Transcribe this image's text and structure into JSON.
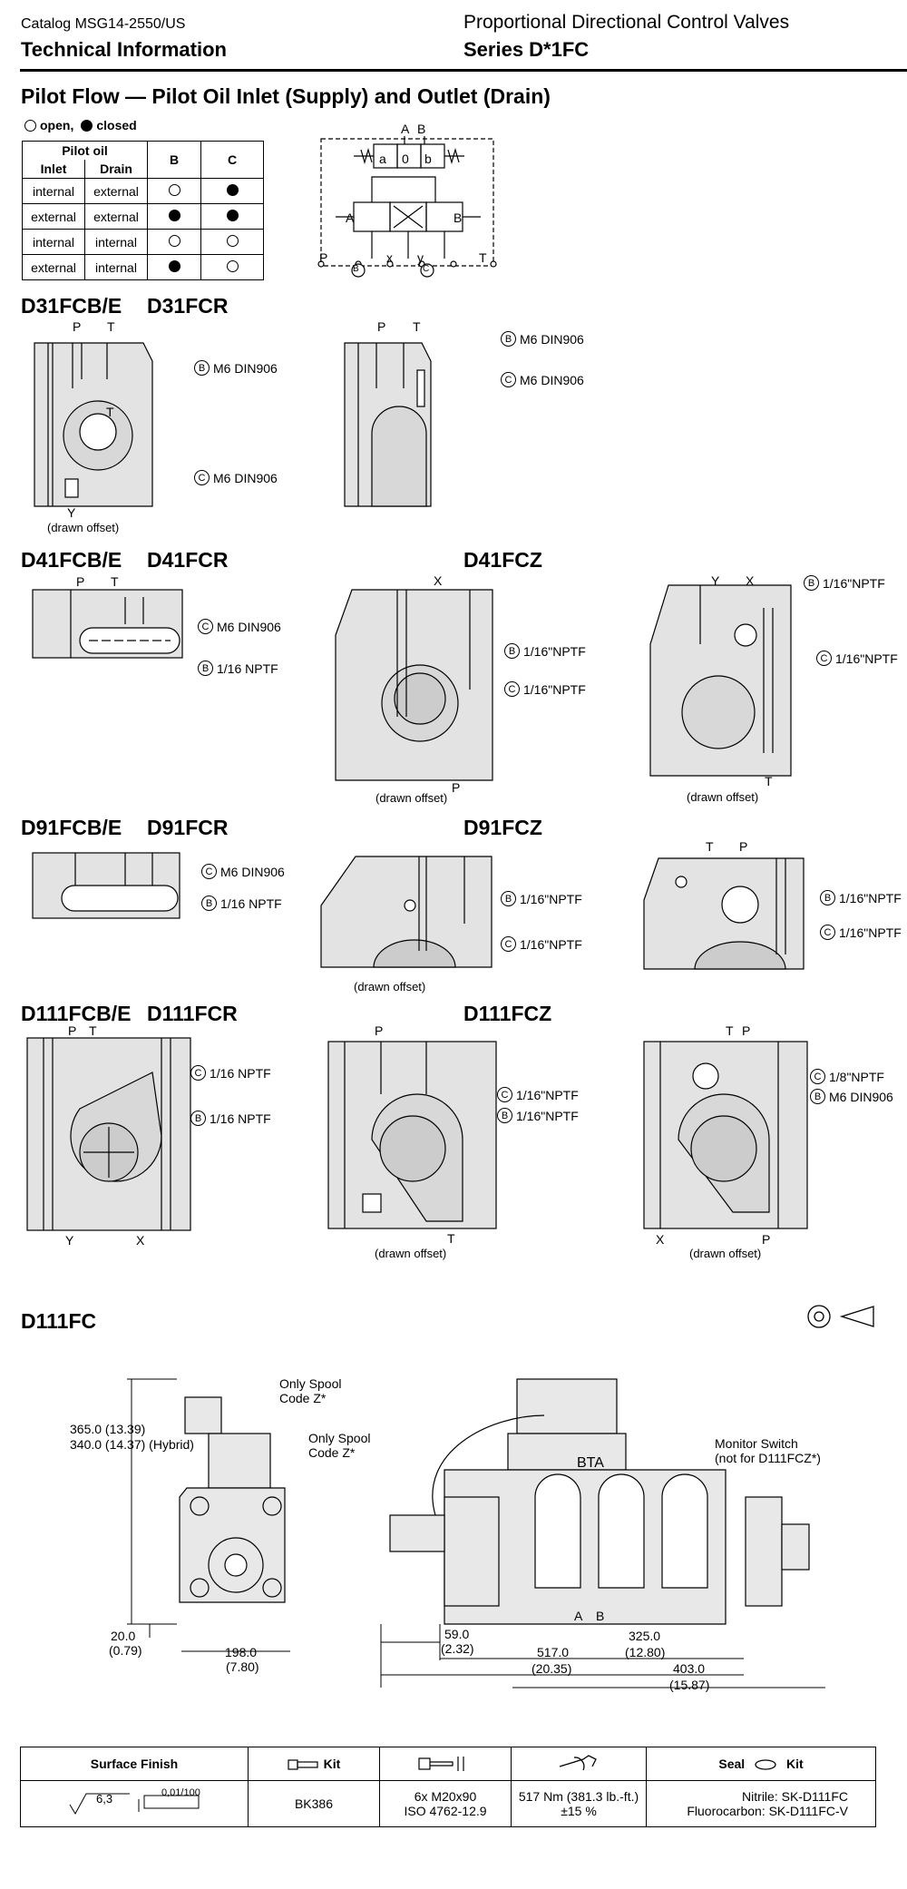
{
  "header": {
    "catalog": "Catalog MSG14-2550/US",
    "section": "Technical Information",
    "product": "Proportional Directional Control Valves",
    "series": "Series D*1FC"
  },
  "title": "Pilot Flow — Pilot Oil Inlet (Supply) and Outlet (Drain)",
  "legend": {
    "open": "open,",
    "closed": "closed"
  },
  "pilot_table": {
    "header_group": "Pilot oil",
    "columns": [
      "Inlet",
      "Drain",
      "B",
      "C"
    ],
    "rows": [
      {
        "inlet": "internal",
        "drain": "external",
        "b": "open",
        "c": "closed"
      },
      {
        "inlet": "external",
        "drain": "external",
        "b": "closed",
        "c": "closed"
      },
      {
        "inlet": "internal",
        "drain": "internal",
        "b": "open",
        "c": "open"
      },
      {
        "inlet": "external",
        "drain": "internal",
        "b": "closed",
        "c": "open"
      }
    ]
  },
  "schematic": {
    "ports": [
      "A",
      "B",
      "P",
      "x",
      "y",
      "T",
      "a",
      "0",
      "b"
    ],
    "callouts": [
      "B",
      "C"
    ]
  },
  "d31": {
    "title_a": "D31FCB/E",
    "title_b": "D31FCR",
    "ports_a": [
      "P",
      "T",
      "T",
      "Y"
    ],
    "ports_b": [
      "P",
      "T"
    ],
    "callout_b_a": "M6  DIN906",
    "callout_c_a": "M6  DIN906",
    "callout_b_b": "M6  DIN906",
    "callout_c_b": "M6  DIN906",
    "note": "(drawn offset)"
  },
  "d41": {
    "title_a": "D41FCB/E",
    "title_b": "D41FCR",
    "title_z": "D41FCZ",
    "ports_a": [
      "P",
      "T"
    ],
    "ports_z1": [
      "X",
      "P"
    ],
    "ports_z2": [
      "Y",
      "X",
      "T"
    ],
    "callout_c_a": "M6 DIN906",
    "callout_b_a": "1/16 NPTF",
    "callout_b_z1": "1/16\"NPTF",
    "callout_c_z1": "1/16\"NPTF",
    "callout_b_z2": "1/16\"NPTF",
    "callout_c_z2": "1/16\"NPTF",
    "note": "(drawn offset)"
  },
  "d91": {
    "title_a": "D91FCB/E",
    "title_b": "D91FCR",
    "title_z": "D91FCZ",
    "ports_z2": [
      "T",
      "P"
    ],
    "callout_c_a": "M6 DIN906",
    "callout_b_a": "1/16 NPTF",
    "callout_b_z1": "1/16\"NPTF",
    "callout_c_z1": "1/16\"NPTF",
    "callout_b_z2": "1/16\"NPTF",
    "callout_c_z2": "1/16\"NPTF",
    "note": "(drawn offset)"
  },
  "d111": {
    "title_a": "D111FCB/E",
    "title_b": "D111FCR",
    "title_z": "D111FCZ",
    "ports_a": [
      "P",
      "T",
      "Y",
      "X"
    ],
    "ports_z1": [
      "P",
      "T"
    ],
    "ports_z2": [
      "T",
      "P",
      "X",
      "P"
    ],
    "callout_c_a": "1/16 NPTF",
    "callout_b_a": "1/16 NPTF",
    "callout_c_z1": "1/16\"NPTF",
    "callout_b_z1": "1/16\"NPTF",
    "callout_c_z2": "1/8\"NPTF",
    "callout_b_z2": "M6 DIN906",
    "note": "(drawn offset)"
  },
  "d111fc": {
    "title": "D111FC",
    "spool_note_1": "Only Spool\nCode Z*",
    "spool_note_2": "Only Spool\nCode Z*",
    "dim_height": "365.0 (13.39)",
    "dim_height_hybrid": "340.0 (14.37) (Hybrid)",
    "dim_base_a": "20.0",
    "dim_base_b": "(0.79)",
    "dim_width_a": "198.0",
    "dim_width_b": "(7.80)",
    "dim_59_a": "59.0",
    "dim_59_b": "(2.32)",
    "dim_325_a": "325.0",
    "dim_325_b": "(12.80)",
    "dim_517_a": "517.0",
    "dim_517_b": "(20.35)",
    "dim_403_a": "403.0",
    "dim_403_b": "(15.87)",
    "bta": "BTA",
    "port_a": "A",
    "port_b": "B",
    "monitor": "Monitor Switch\n(not for D111FCZ*)"
  },
  "finish_table": {
    "headers": [
      "Surface Finish",
      "Kit",
      "",
      "",
      "Seal",
      "Kit"
    ],
    "surface": "6,3",
    "flatness": "0,01/100",
    "kit": "BK386",
    "bolts": "6x M20x90\nISO 4762-12.9",
    "torque": "517 Nm (381.3 lb.-ft.)\n±15 %",
    "seal_nitrile": "Nitrile: SK-D111FC",
    "seal_fluoro": "Fluorocarbon: SK-D111FC-V"
  }
}
